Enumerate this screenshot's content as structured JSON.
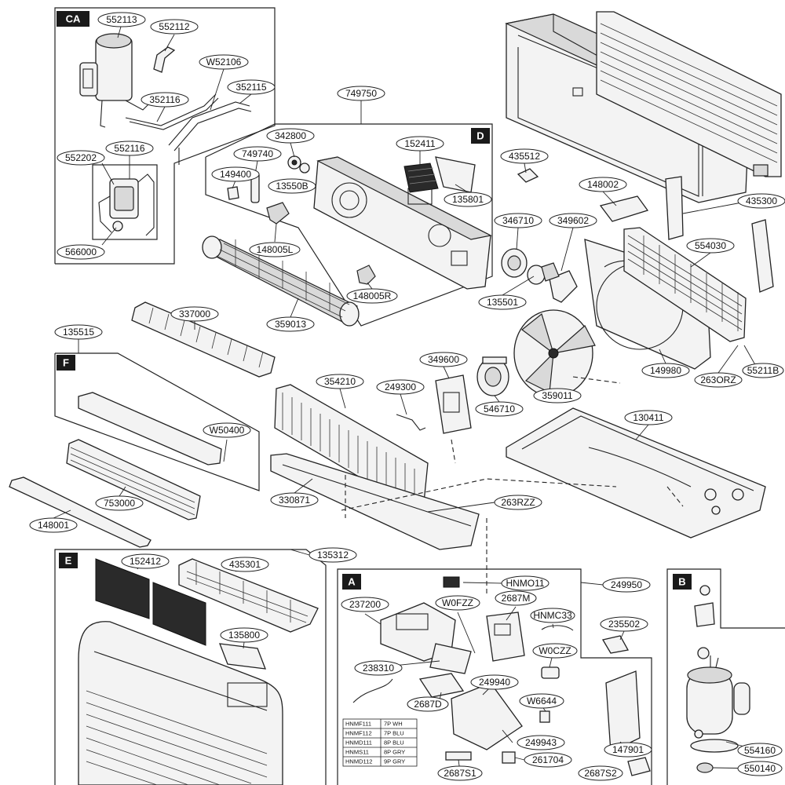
{
  "sections": {
    "CA": "CA",
    "D": "D",
    "F": "F",
    "E": "E",
    "A": "A",
    "B": "B"
  },
  "callouts": {
    "c552113": "552113",
    "c552112": "552112",
    "cW52106": "W52106",
    "c352115": "352115",
    "c352116": "352116",
    "c552116": "552116",
    "c552202": "552202",
    "c566000": "566000",
    "c749750": "749750",
    "c342800": "342800",
    "c749740": "749740",
    "c149400": "149400",
    "c13550B": "13550B",
    "c152411": "152411",
    "c135801": "135801",
    "c148005L": "148005L",
    "c148005R": "148005R",
    "c359013": "359013",
    "c435512": "435512",
    "c148002": "148002",
    "c435300": "435300",
    "c346710": "346710",
    "c349602": "349602",
    "c554030": "554030",
    "c135501": "135501",
    "c337000": "337000",
    "c135515": "135515",
    "c349600": "349600",
    "c354210": "354210",
    "c249300": "249300",
    "c359011": "359011",
    "c546710": "546710",
    "c149980": "149980",
    "c263ORZ": "263ORZ",
    "c55211B": "55211B",
    "cW50400": "W50400",
    "c130411": "130411",
    "c753000": "753000",
    "c330871": "330871",
    "c263RZZ": "263RZZ",
    "c148001": "148001",
    "c135312": "135312",
    "c152412": "152412",
    "c435301": "435301",
    "c135800": "135800",
    "cHNMO11": "HNMO11",
    "c249950": "249950",
    "c237200": "237200",
    "cW0FZZ": "W0FZZ",
    "c2687M": "2687M",
    "cHNMC33": "HNMC33",
    "c235502": "235502",
    "cW0CZZ": "W0CZZ",
    "c238310": "238310",
    "c249940": "249940",
    "c2687D": "2687D",
    "cW6644": "W6644",
    "c249943": "249943",
    "c261704": "261704",
    "c2687S1": "2687S1",
    "c2687S2": "2687S2",
    "c147901": "147901",
    "c554160": "554160",
    "c550140": "550140"
  },
  "harness_table": [
    {
      "code": "HNMF111",
      "desc": "7P WH"
    },
    {
      "code": "HNMF112",
      "desc": "7P BLU"
    },
    {
      "code": "HNMD111",
      "desc": "8P BLU"
    },
    {
      "code": "HNMS11",
      "desc": "8P GRY"
    },
    {
      "code": "HNMD112",
      "desc": "9P GRY"
    }
  ]
}
